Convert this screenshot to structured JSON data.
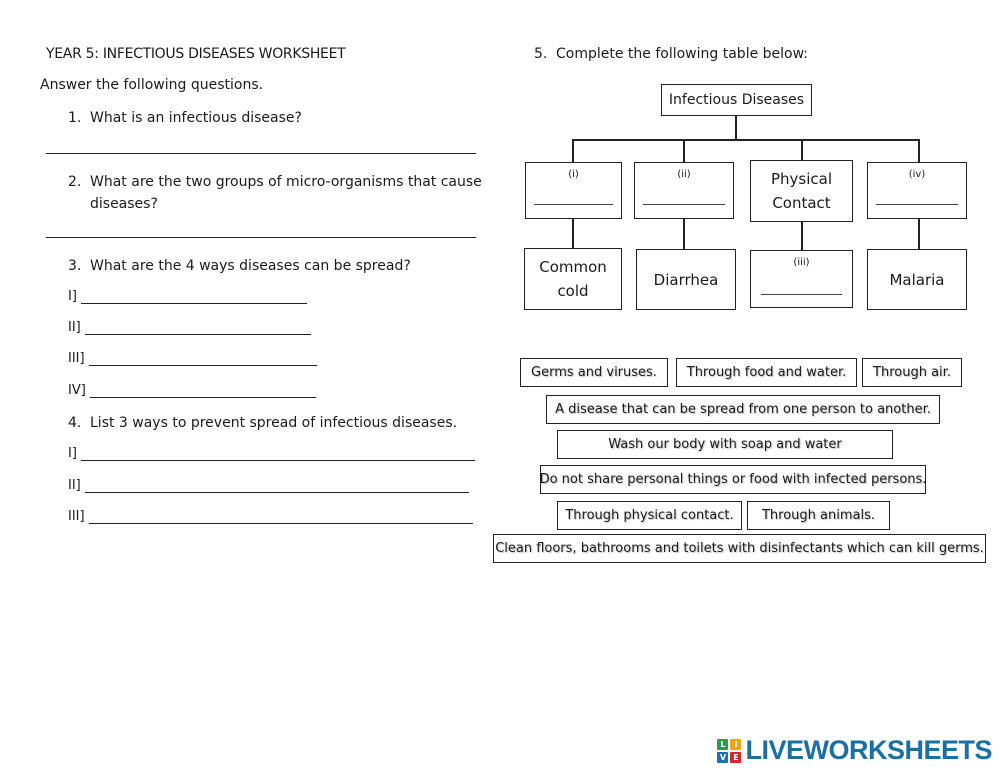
{
  "title": "YEAR 5: INFECTIOUS DISEASES WORKSHEET",
  "instructions": "Answer the following questions.",
  "q1": {
    "num": "1.",
    "text": "What is an infectious disease?"
  },
  "q2": {
    "num": "2.",
    "text_line1": "What are the two groups of micro-organisms that cause",
    "text_line2": "diseases?"
  },
  "q3": {
    "num": "3.",
    "text": "What are the 4 ways diseases can be spread?",
    "labels": [
      "I]",
      "II]",
      "III]",
      "IV]"
    ]
  },
  "q4": {
    "num": "4.",
    "text": "List 3 ways to prevent spread of infectious diseases.",
    "labels": [
      "I]",
      "II]",
      "III]"
    ]
  },
  "q5": {
    "num": "5.",
    "text": "Complete the following table below:"
  },
  "diagram": {
    "root": "Infectious Diseases",
    "level1": [
      {
        "roman": "(i)"
      },
      {
        "roman": "(ii)"
      },
      {
        "line1": "Physical",
        "line2": "Contact"
      },
      {
        "roman": "(iv)"
      }
    ],
    "level2": [
      {
        "line1": "Common",
        "line2": "cold"
      },
      {
        "text": "Diarrhea"
      },
      {
        "roman": "(iii)"
      },
      {
        "text": "Malaria"
      }
    ]
  },
  "options": [
    "Germs and viruses.",
    "Through food and water.",
    "Through air.",
    "A disease that can be spread from one person to another.",
    "Wash our body with soap and water",
    "Do not share personal things or food with infected persons.",
    "Through physical contact.",
    "Through animals.",
    "Clean floors, bathrooms and toilets with disinfectants which can kill germs."
  ],
  "brand": {
    "name": "LIVEWORKSHEETS",
    "logo_letters": [
      "L",
      "I",
      "V",
      "E"
    ],
    "logo_colors": [
      "#2e9b46",
      "#f2a11a",
      "#1e6fb4",
      "#d4262f"
    ],
    "text_color": "#1a6fa3"
  }
}
